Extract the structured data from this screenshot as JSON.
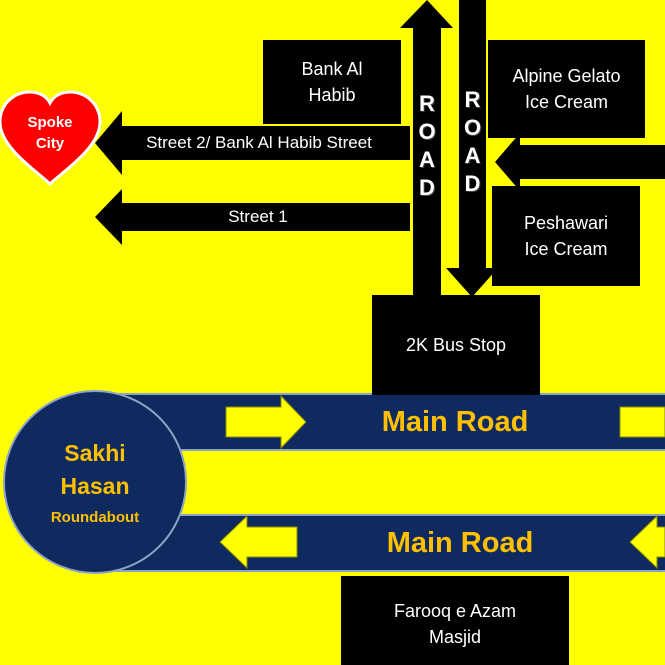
{
  "colors": {
    "background": "#ffff00",
    "box": "#000000",
    "main_road": "#0f2a5e",
    "road_label": "#ffc000",
    "heart": "#ff0000",
    "text": "#ffffff"
  },
  "landmarks": {
    "spoke_city": "Spoke\nCity",
    "bank_al_habib": "Bank Al\nHabib",
    "alpine_gelato": "Alpine Gelato\nIce Cream",
    "peshawari": "Peshawari\nIce Cream",
    "bus_stop": "2K Bus Stop",
    "masjid": "Farooq e Azam\nMasjid"
  },
  "streets": {
    "street2": "Street 2/ Bank Al Habib Street",
    "street1": "Street 1"
  },
  "vertical_roads": {
    "left": [
      "R",
      "O",
      "A",
      "D"
    ],
    "right": [
      "R",
      "O",
      "A",
      "D"
    ]
  },
  "main_roads": {
    "upper": "Main Road",
    "lower": "Main Road"
  },
  "roundabout": {
    "name": "Sakhi\nHasan",
    "sub": "Roundabout"
  }
}
